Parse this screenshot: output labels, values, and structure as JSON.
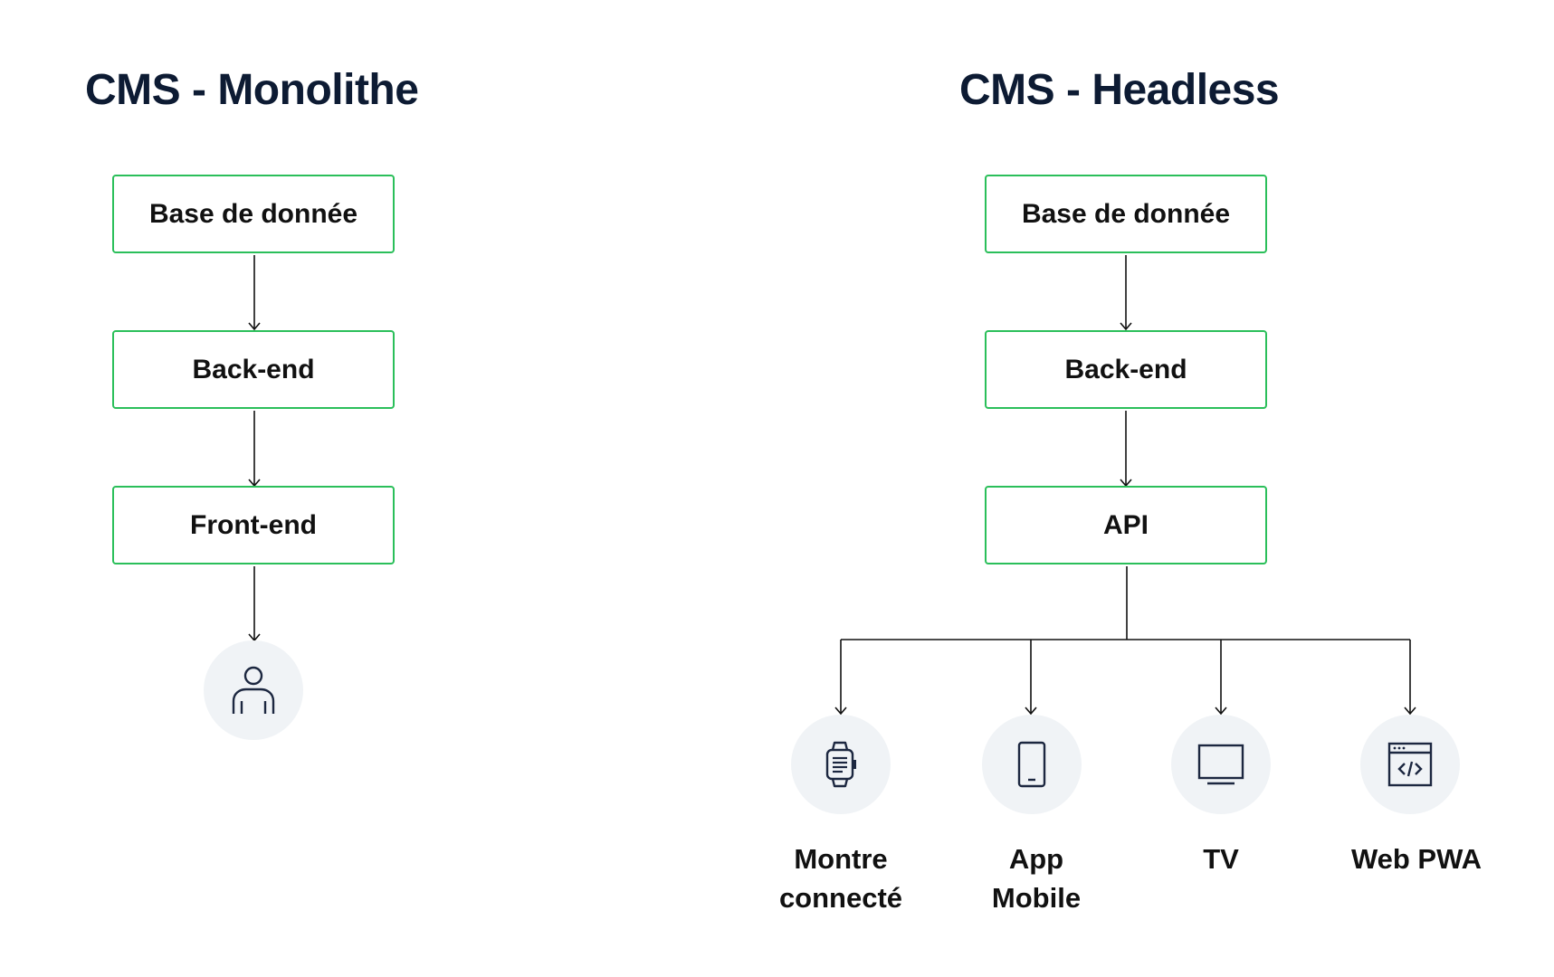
{
  "monolithe": {
    "title": "CMS - Monolithe",
    "boxes": [
      "Base de donnée",
      "Back-end",
      "Front-end"
    ],
    "end_icon": "user-icon"
  },
  "headless": {
    "title": "CMS - Headless",
    "boxes": [
      "Base de donnée",
      "Back-end",
      "API"
    ],
    "devices": [
      {
        "icon": "smartwatch-icon",
        "line1": "Montre",
        "line2": "connecté"
      },
      {
        "icon": "smartphone-icon",
        "line1": "App",
        "line2": "Mobile"
      },
      {
        "icon": "tv-icon",
        "line1": "TV",
        "line2": ""
      },
      {
        "icon": "web-code-icon",
        "line1": "Web PWA",
        "line2": ""
      }
    ]
  },
  "colors": {
    "box_border": "#2bbf5a",
    "title_text": "#0d1b33",
    "circle_bg": "#f0f3f6",
    "icon_stroke": "#1c2740"
  }
}
